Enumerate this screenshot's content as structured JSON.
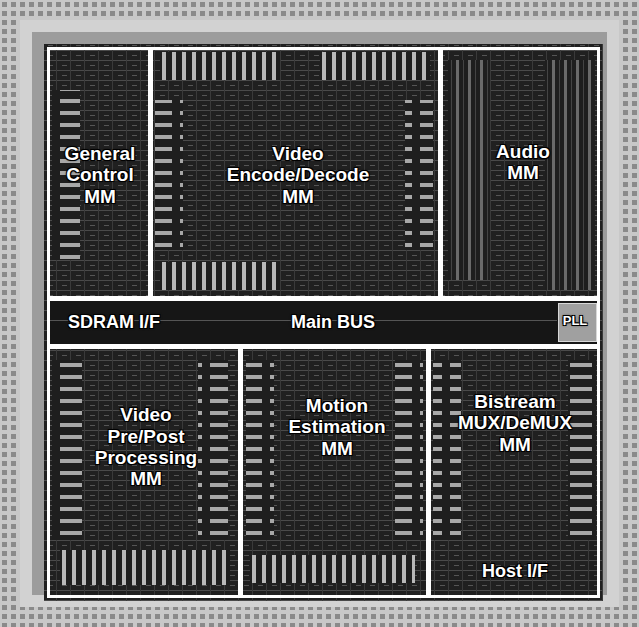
{
  "diagram": {
    "nodes": [
      {
        "text": [
          "General Control MM"
        ]
      },
      {
        "text": [
          "Video Encode/Decode MM"
        ]
      },
      {
        "text": [
          "Audio MM"
        ]
      },
      {
        "text": [
          "SDRAM I/F",
          "Main BUS"
        ]
      },
      {
        "text": [
          "PLL"
        ],
        "in": 3
      },
      {
        "text": [
          "Video Pre/Post Processing MM"
        ]
      },
      {
        "text": [
          "Motion Estimation MM"
        ]
      },
      {
        "text": [
          "Bistream MUX/DeMUX MM",
          "Host I/F"
        ]
      }
    ]
  }
}
